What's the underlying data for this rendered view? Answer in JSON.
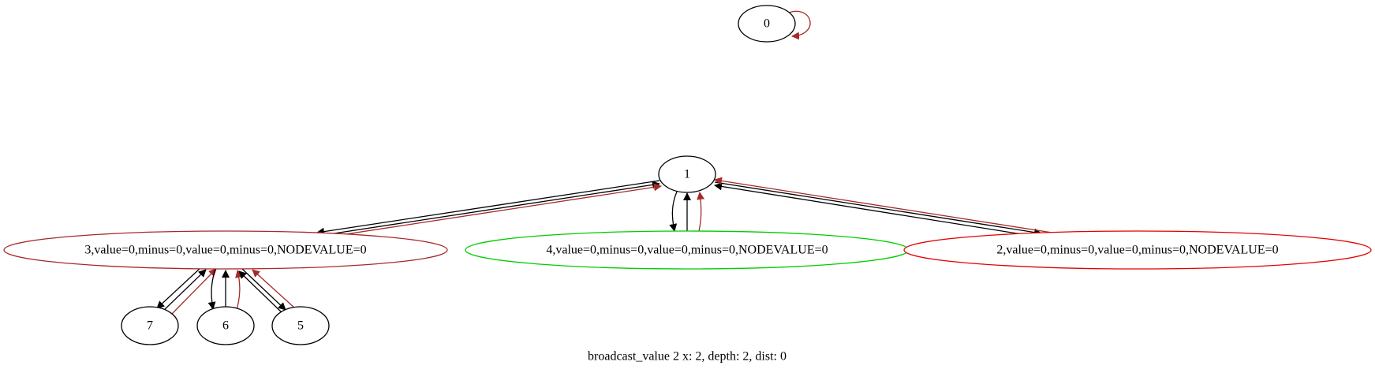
{
  "colors": {
    "default": "#000000",
    "brown": "#a52a2a",
    "green": "#00cc00",
    "red": "#e00000"
  },
  "nodes": {
    "n0": {
      "label": "0",
      "color": "#000000"
    },
    "n1": {
      "label": "1",
      "color": "#000000"
    },
    "n3": {
      "label": "3,value=0,minus=0,value=0,minus=0,NODEVALUE=0",
      "color": "#a52a2a"
    },
    "n4": {
      "label": "4,value=0,minus=0,value=0,minus=0,NODEVALUE=0",
      "color": "#00cc00"
    },
    "n2": {
      "label": "2,value=0,minus=0,value=0,minus=0,NODEVALUE=0",
      "color": "#e00000"
    },
    "n7": {
      "label": "7",
      "color": "#000000"
    },
    "n6": {
      "label": "6",
      "color": "#000000"
    },
    "n5": {
      "label": "5",
      "color": "#000000"
    }
  },
  "edges": [
    {
      "id": "e0-0",
      "from": "0",
      "to": "0",
      "color": "#a52a2a"
    },
    {
      "id": "e1-3",
      "from": "1",
      "to": "3",
      "color": "#000000"
    },
    {
      "id": "e3-1",
      "from": "3",
      "to": "1",
      "color": "#000000"
    },
    {
      "id": "e3-1b",
      "from": "3",
      "to": "1",
      "color": "#a52a2a"
    },
    {
      "id": "e1-4",
      "from": "1",
      "to": "4",
      "color": "#000000"
    },
    {
      "id": "e4-1",
      "from": "4",
      "to": "1",
      "color": "#000000"
    },
    {
      "id": "e4-1b",
      "from": "4",
      "to": "1",
      "color": "#a52a2a"
    },
    {
      "id": "e1-2",
      "from": "1",
      "to": "2",
      "color": "#000000"
    },
    {
      "id": "e2-1",
      "from": "2",
      "to": "1",
      "color": "#000000"
    },
    {
      "id": "e2-1b",
      "from": "2",
      "to": "1",
      "color": "#a52a2a"
    },
    {
      "id": "e3-7",
      "from": "3",
      "to": "7",
      "color": "#000000"
    },
    {
      "id": "e7-3",
      "from": "7",
      "to": "3",
      "color": "#000000"
    },
    {
      "id": "e7-3b",
      "from": "7",
      "to": "3",
      "color": "#a52a2a"
    },
    {
      "id": "e3-6",
      "from": "3",
      "to": "6",
      "color": "#000000"
    },
    {
      "id": "e6-3",
      "from": "6",
      "to": "3",
      "color": "#000000"
    },
    {
      "id": "e6-3b",
      "from": "6",
      "to": "3",
      "color": "#a52a2a"
    },
    {
      "id": "e3-5",
      "from": "3",
      "to": "5",
      "color": "#000000"
    },
    {
      "id": "e5-3",
      "from": "5",
      "to": "3",
      "color": "#000000"
    },
    {
      "id": "e5-3b",
      "from": "5",
      "to": "3",
      "color": "#a52a2a"
    }
  ],
  "caption": "broadcast_value 2 x: 2, depth: 2, dist: 0"
}
